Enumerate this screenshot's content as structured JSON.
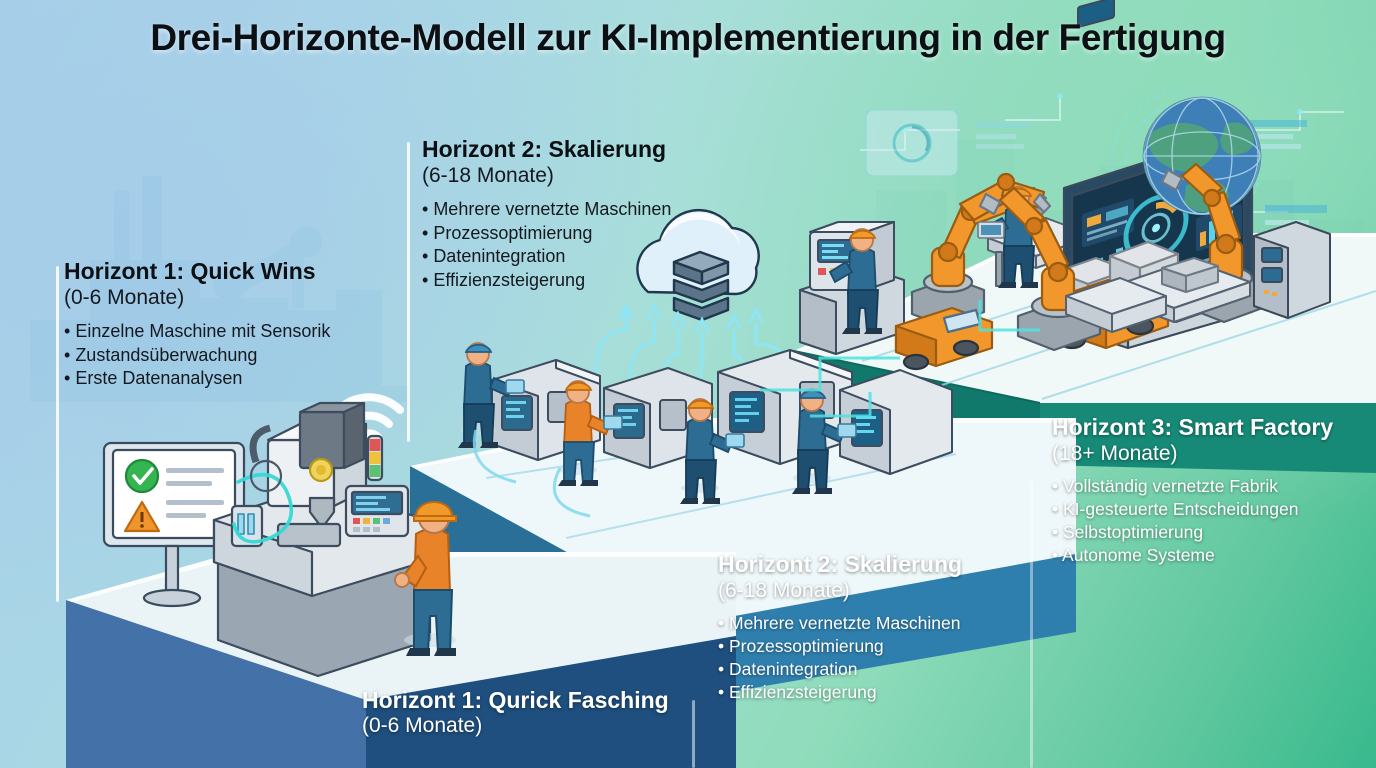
{
  "title": "Drei-Horizonte-Modell zur KI-Implementierung in der Fertigung",
  "horizons": [
    {
      "id": "h1",
      "heading": "Horizont 1: Quick Wins",
      "timeframe": "(0-6 Monate)",
      "bullets": [
        "Einzelne Maschine mit Sensorik",
        "Zustandsüberwachung",
        "Erste Datenanalysen"
      ],
      "platform_color": "#4472a8",
      "platform_top_color": "#eaf4f7"
    },
    {
      "id": "h2",
      "heading": "Horizont 2: Skalierung",
      "timeframe": "(6-18 Monate)",
      "bullets": [
        "Mehrere vernetzte Maschinen",
        "Prozessoptimierung",
        "Datenintegration",
        "Effizienzsteigerung"
      ],
      "platform_color": "#2f7fae",
      "platform_top_color": "#eef7f9"
    },
    {
      "id": "h3",
      "heading": "Horizont 3: Smart Factory",
      "timeframe": "(18+ Monate)",
      "bullets": [
        "Vollständig vernetzte Fabrik",
        "KI-gesteuerte Entscheidungen",
        "Selbstoptimierung",
        "Autonome Systeme"
      ],
      "platform_color": "#168a77",
      "platform_top_color": "#f0f8f8"
    }
  ],
  "bottom_labels": [
    {
      "id": "h1b",
      "heading": "Horizont 1: Qurick Fasching",
      "timeframe": "(0-6 Monate)"
    },
    {
      "id": "h2b",
      "heading": "Horizont 2: Skalierung",
      "timeframe": "(6-18 Monate)",
      "bullets": [
        "Mehrere vernetzte Maschinen",
        "Prozessoptimierung",
        "Datenintegration",
        "Effizienzsteigerung"
      ]
    }
  ],
  "icons": {
    "wifi": "wifi-icon",
    "cloud": "cloud-server-icon",
    "globe": "globe-network-icon",
    "check": "status-ok-icon",
    "warning": "status-warning-icon"
  },
  "palette": {
    "background_left": "#a7cfe9",
    "background_right": "#38b98d",
    "accent_cyan": "#3fd2e0",
    "robot_orange": "#f2972c",
    "worker_blue": "#2b6f95",
    "title_color": "#0c0f13"
  }
}
